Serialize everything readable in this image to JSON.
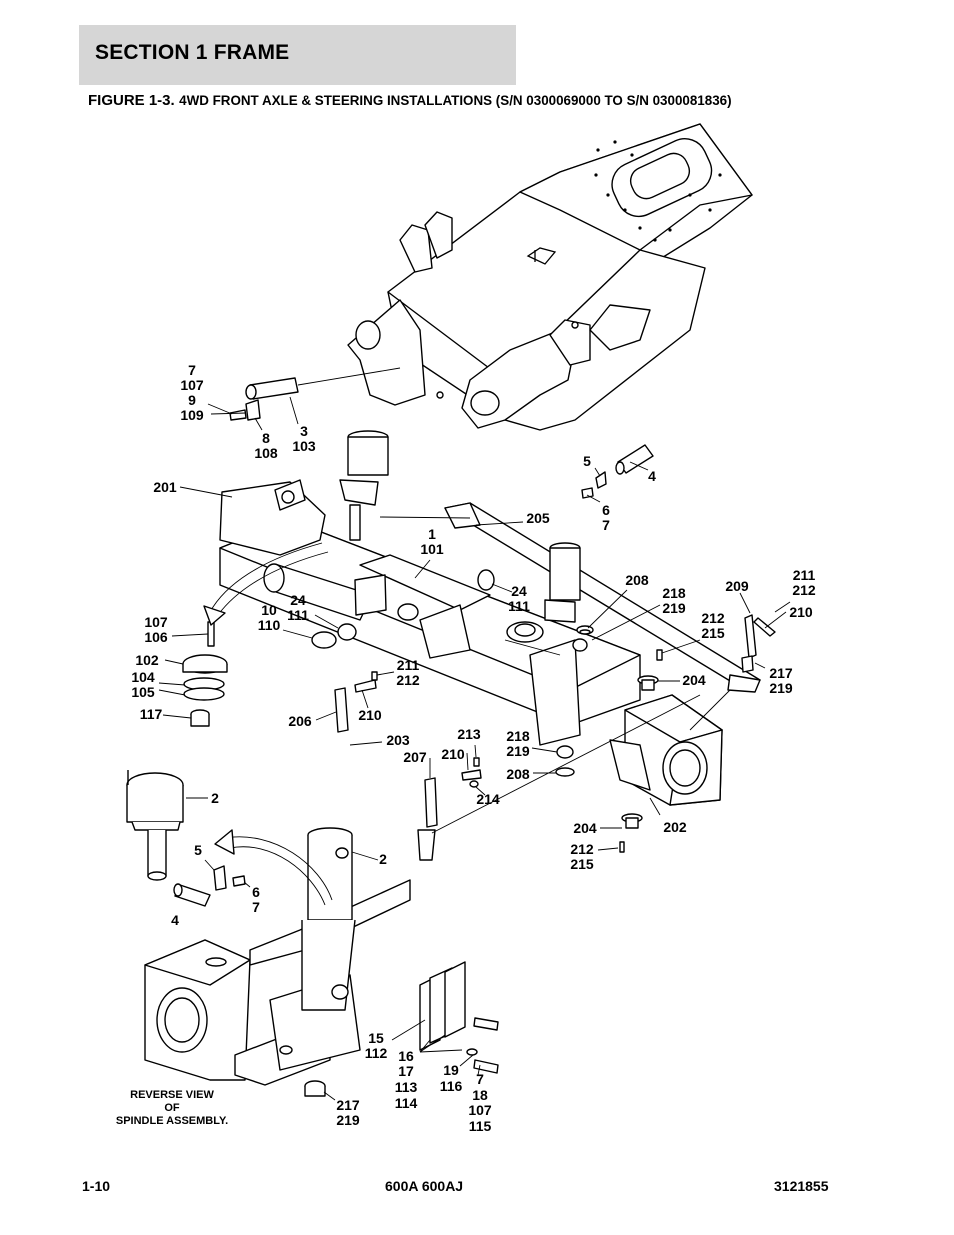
{
  "header": {
    "section_title": "SECTION 1  FRAME",
    "figure_label": "FIGURE 1-3.",
    "figure_title": "4WD FRONT AXLE & STEERING INSTALLATIONS (S/N 0300069000 TO S/N 0300081836)"
  },
  "diagram": {
    "callouts": [
      {
        "id": "c-7-107-9-109",
        "lines": [
          "7",
          "107",
          "9",
          "109"
        ]
      },
      {
        "id": "c-8-108",
        "lines": [
          "8",
          "108"
        ]
      },
      {
        "id": "c-3-103",
        "lines": [
          "3",
          "103"
        ]
      },
      {
        "id": "c-201",
        "lines": [
          "201"
        ]
      },
      {
        "id": "c-5-top",
        "lines": [
          "5"
        ]
      },
      {
        "id": "c-4-top",
        "lines": [
          "4"
        ]
      },
      {
        "id": "c-6-7-top",
        "lines": [
          "6",
          "7"
        ]
      },
      {
        "id": "c-205",
        "lines": [
          "205"
        ]
      },
      {
        "id": "c-1-101",
        "lines": [
          "1",
          "101"
        ]
      },
      {
        "id": "c-24-111-a",
        "lines": [
          "24",
          "111"
        ]
      },
      {
        "id": "c-208-a",
        "lines": [
          "208"
        ]
      },
      {
        "id": "c-218-219-a",
        "lines": [
          "218",
          "219"
        ]
      },
      {
        "id": "c-209",
        "lines": [
          "209"
        ]
      },
      {
        "id": "c-211-212-a",
        "lines": [
          "211",
          "212"
        ]
      },
      {
        "id": "c-210-a",
        "lines": [
          "210"
        ]
      },
      {
        "id": "c-212-215-a",
        "lines": [
          "212",
          "215"
        ]
      },
      {
        "id": "c-217-219-a",
        "lines": [
          "217",
          "219"
        ]
      },
      {
        "id": "c-204-a",
        "lines": [
          "204"
        ]
      },
      {
        "id": "c-107-106",
        "lines": [
          "107",
          "106"
        ]
      },
      {
        "id": "c-24-111-b",
        "lines": [
          "24",
          "111"
        ]
      },
      {
        "id": "c-10-110",
        "lines": [
          "10",
          "110"
        ]
      },
      {
        "id": "c-102",
        "lines": [
          "102"
        ]
      },
      {
        "id": "c-104-105",
        "lines": [
          "104",
          "105"
        ]
      },
      {
        "id": "c-117",
        "lines": [
          "117"
        ]
      },
      {
        "id": "c-211-212-b",
        "lines": [
          "211",
          "212"
        ]
      },
      {
        "id": "c-210-b",
        "lines": [
          "210"
        ]
      },
      {
        "id": "c-206",
        "lines": [
          "206"
        ]
      },
      {
        "id": "c-203",
        "lines": [
          "203"
        ]
      },
      {
        "id": "c-213",
        "lines": [
          "213"
        ]
      },
      {
        "id": "c-210-c",
        "lines": [
          "210"
        ]
      },
      {
        "id": "c-207",
        "lines": [
          "207"
        ]
      },
      {
        "id": "c-214",
        "lines": [
          "214"
        ]
      },
      {
        "id": "c-218-219-b",
        "lines": [
          "218",
          "219"
        ]
      },
      {
        "id": "c-208-b",
        "lines": [
          "208"
        ]
      },
      {
        "id": "c-202",
        "lines": [
          "202"
        ]
      },
      {
        "id": "c-204-b",
        "lines": [
          "204"
        ]
      },
      {
        "id": "c-212-215-b",
        "lines": [
          "212",
          "215"
        ]
      },
      {
        "id": "c-2-a",
        "lines": [
          "2"
        ]
      },
      {
        "id": "c-5-bottom",
        "lines": [
          "5"
        ]
      },
      {
        "id": "c-6-7-bottom",
        "lines": [
          "6",
          "7"
        ]
      },
      {
        "id": "c-4-bottom",
        "lines": [
          "4"
        ]
      },
      {
        "id": "c-2-b",
        "lines": [
          "2"
        ]
      },
      {
        "id": "c-15-112",
        "lines": [
          "15",
          "112"
        ]
      },
      {
        "id": "c-16-17-113-114",
        "lines": [
          "16",
          "17",
          "113",
          "114"
        ]
      },
      {
        "id": "c-19-116",
        "lines": [
          "19",
          "116"
        ]
      },
      {
        "id": "c-7-18-107-115",
        "lines": [
          "7",
          "18",
          "107",
          "115"
        ]
      },
      {
        "id": "c-217-219-b",
        "lines": [
          "217",
          "219"
        ]
      }
    ],
    "note_lines": [
      "REVERSE VIEW",
      "OF",
      "SPINDLE ASSEMBLY."
    ]
  },
  "footer": {
    "page": "1-10",
    "model": "600A 600AJ",
    "doc_number": "3121855"
  }
}
